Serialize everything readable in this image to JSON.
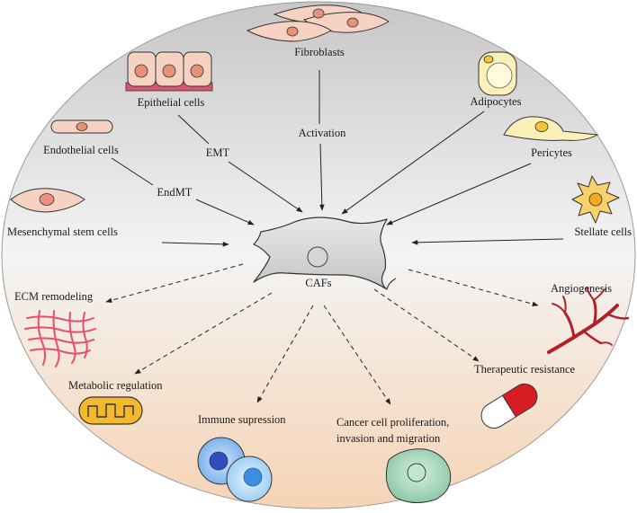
{
  "center": {
    "label": "CAFs"
  },
  "sources": {
    "fibroblasts": "Fibroblasts",
    "epithelial": "Epithelial cells",
    "endothelial": "Endothelial cells",
    "mesenchymal": "Mesenchymal stem cells",
    "adipocytes": "Adipocytes",
    "pericytes": "Pericytes",
    "stellate": "Stellate cells"
  },
  "processes": {
    "activation": "Activation",
    "emt": "EMT",
    "endmt": "EndMT"
  },
  "functions": {
    "ecm": "ECM remodeling",
    "metabolic": "Metabolic regulation",
    "immune": "Immune supression",
    "cancer_line1": "Cancer cell proliferation,",
    "cancer_line2": "invasion and migration",
    "therapeutic": "Therapeutic resistance",
    "angiogenesis": "Angiogenesis"
  },
  "colors": {
    "top_gradient": "#c9c9c9",
    "bottom_gradient": "#f6d6b8",
    "nucleus": "#e8907a",
    "cell_fill": "#f6d2c2",
    "adipocyte_fill": "#fbf0b8",
    "stellate_fill": "#f7d26a",
    "ecm": "#e2506a",
    "vessel": "#b0202a",
    "immune_blue": "#4a8fe0",
    "cancer_green": "#a6d8bc",
    "pill_red": "#d81c24",
    "mito": "#f2b92e"
  }
}
